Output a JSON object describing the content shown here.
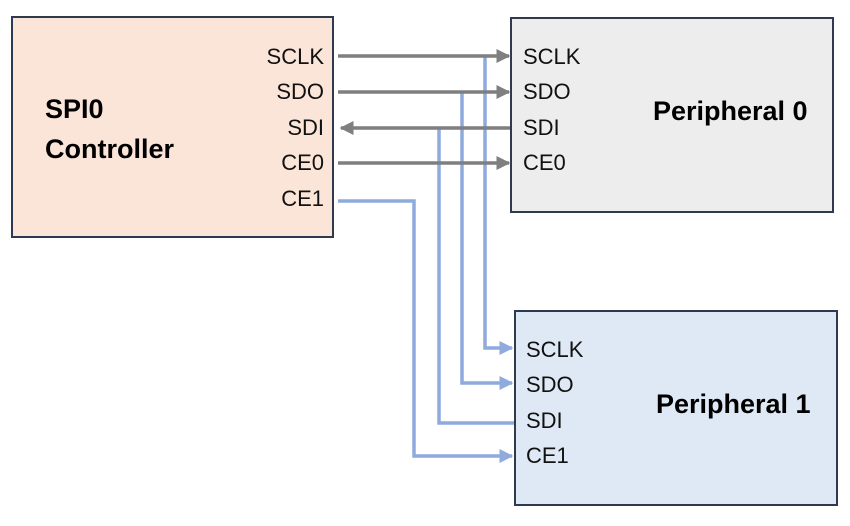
{
  "controller": {
    "title_line1": "SPI0",
    "title_line2": "Controller",
    "pins": [
      "SCLK",
      "SDO",
      "SDI",
      "CE0",
      "CE1"
    ],
    "fill": "#fbe5d8"
  },
  "peripheral0": {
    "title": "Peripheral 0",
    "pins": [
      "SCLK",
      "SDO",
      "SDI",
      "CE0"
    ],
    "fill": "#ededed"
  },
  "peripheral1": {
    "title": "Peripheral 1",
    "pins": [
      "SCLK",
      "SDO",
      "SDI",
      "CE1"
    ],
    "fill": "#dfe9f5"
  },
  "colors": {
    "wire_peripheral0": "#7f7f7f",
    "wire_peripheral1": "#8faadc",
    "border": "#2f3a4f"
  }
}
